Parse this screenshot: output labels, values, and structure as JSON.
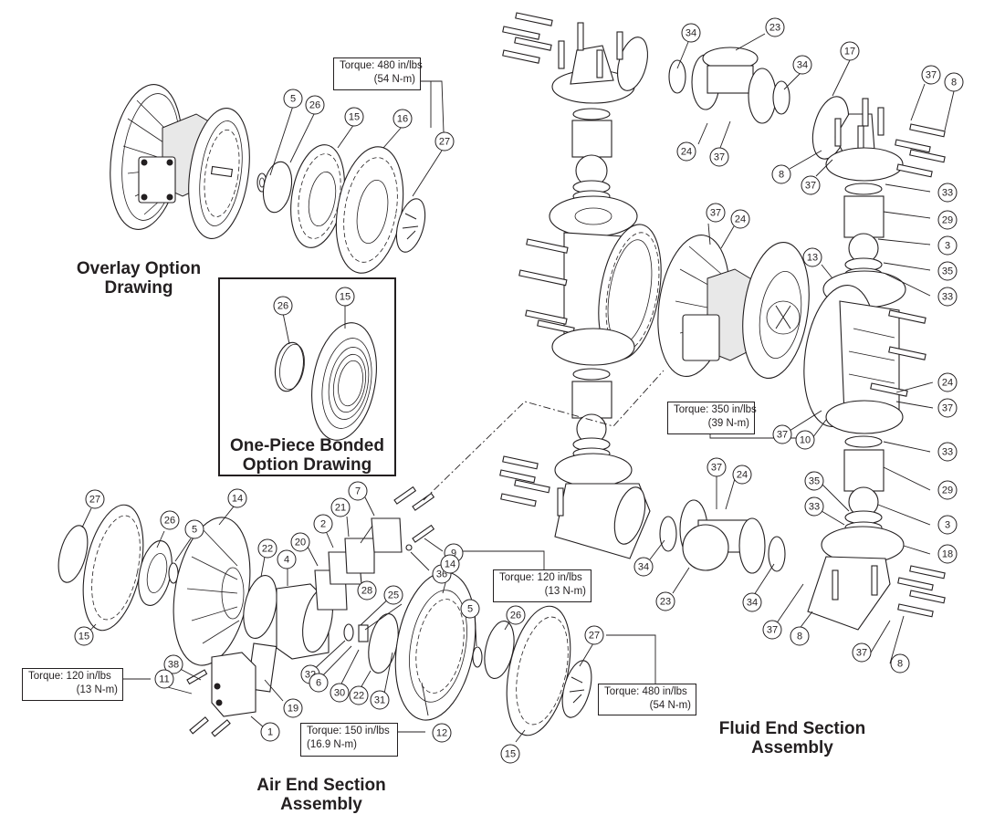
{
  "diagram": {
    "type": "exploded-parts-diagram",
    "subject": "Air-operated double diaphragm pump",
    "section_titles": {
      "overlay": [
        "Overlay Option",
        "Drawing"
      ],
      "bonded": [
        "One-Piece Bonded",
        "Option Drawing"
      ],
      "air_end": [
        "Air End Section",
        "Assembly"
      ],
      "fluid_end": [
        "Fluid End Section",
        "Assembly"
      ]
    },
    "torque_callouts": [
      {
        "id": "overlay-27",
        "line1": "Torque: 480 in/lbs",
        "line2": "(54 N-m)",
        "part": "27"
      },
      {
        "id": "fluid-10",
        "line1": "Torque: 350 in/lbs",
        "line2": "(39 N-m)",
        "part": "10"
      },
      {
        "id": "air-9",
        "line1": "Torque: 120 in/lbs",
        "line2": "(13 N-m)",
        "part": "9"
      },
      {
        "id": "air-11",
        "line1": "Torque: 120 in/lbs",
        "line2": "(13 N-m)",
        "part": "11"
      },
      {
        "id": "air-12",
        "line1": "Torque: 150 in/lbs",
        "line2": "(16.9 N-m)",
        "part": "12"
      },
      {
        "id": "fluid-27",
        "line1": "Torque: 480 in/lbs",
        "line2": "(54 N-m)",
        "part": "27"
      }
    ],
    "balloons": [
      {
        "n": "5",
        "group": "overlay"
      },
      {
        "n": "26",
        "group": "overlay"
      },
      {
        "n": "15",
        "group": "overlay"
      },
      {
        "n": "16",
        "group": "overlay"
      },
      {
        "n": "27",
        "group": "overlay"
      },
      {
        "n": "26",
        "group": "bonded"
      },
      {
        "n": "15",
        "group": "bonded"
      },
      {
        "n": "34",
        "group": "fluid"
      },
      {
        "n": "23",
        "group": "fluid"
      },
      {
        "n": "34",
        "group": "fluid"
      },
      {
        "n": "24",
        "group": "fluid"
      },
      {
        "n": "37",
        "group": "fluid"
      },
      {
        "n": "17",
        "group": "fluid"
      },
      {
        "n": "37",
        "group": "fluid"
      },
      {
        "n": "8",
        "group": "fluid"
      },
      {
        "n": "8",
        "group": "fluid"
      },
      {
        "n": "37",
        "group": "fluid"
      },
      {
        "n": "33",
        "group": "fluid"
      },
      {
        "n": "29",
        "group": "fluid"
      },
      {
        "n": "3",
        "group": "fluid"
      },
      {
        "n": "35",
        "group": "fluid"
      },
      {
        "n": "33",
        "group": "fluid"
      },
      {
        "n": "13",
        "group": "fluid"
      },
      {
        "n": "37",
        "group": "fluid"
      },
      {
        "n": "24",
        "group": "fluid"
      },
      {
        "n": "24",
        "group": "fluid"
      },
      {
        "n": "37",
        "group": "fluid"
      },
      {
        "n": "37",
        "group": "fluid"
      },
      {
        "n": "10",
        "group": "fluid"
      },
      {
        "n": "33",
        "group": "fluid"
      },
      {
        "n": "29",
        "group": "fluid"
      },
      {
        "n": "35",
        "group": "fluid"
      },
      {
        "n": "33",
        "group": "fluid"
      },
      {
        "n": "3",
        "group": "fluid"
      },
      {
        "n": "18",
        "group": "fluid"
      },
      {
        "n": "37",
        "group": "fluid"
      },
      {
        "n": "24",
        "group": "fluid"
      },
      {
        "n": "34",
        "group": "fluid"
      },
      {
        "n": "23",
        "group": "fluid"
      },
      {
        "n": "34",
        "group": "fluid"
      },
      {
        "n": "37",
        "group": "fluid"
      },
      {
        "n": "8",
        "group": "fluid"
      },
      {
        "n": "37",
        "group": "fluid"
      },
      {
        "n": "8",
        "group": "fluid"
      },
      {
        "n": "27",
        "group": "air"
      },
      {
        "n": "15",
        "group": "air"
      },
      {
        "n": "26",
        "group": "air"
      },
      {
        "n": "5",
        "group": "air"
      },
      {
        "n": "14",
        "group": "air"
      },
      {
        "n": "22",
        "group": "air"
      },
      {
        "n": "4",
        "group": "air"
      },
      {
        "n": "20",
        "group": "air"
      },
      {
        "n": "2",
        "group": "air"
      },
      {
        "n": "21",
        "group": "air"
      },
      {
        "n": "7",
        "group": "air"
      },
      {
        "n": "9",
        "group": "air"
      },
      {
        "n": "36",
        "group": "air"
      },
      {
        "n": "28",
        "group": "air"
      },
      {
        "n": "25",
        "group": "air"
      },
      {
        "n": "32",
        "group": "air"
      },
      {
        "n": "6",
        "group": "air"
      },
      {
        "n": "30",
        "group": "air"
      },
      {
        "n": "22",
        "group": "air"
      },
      {
        "n": "31",
        "group": "air"
      },
      {
        "n": "12",
        "group": "air"
      },
      {
        "n": "14",
        "group": "air"
      },
      {
        "n": "38",
        "group": "air"
      },
      {
        "n": "11",
        "group": "air"
      },
      {
        "n": "19",
        "group": "air"
      },
      {
        "n": "1",
        "group": "air"
      },
      {
        "n": "5",
        "group": "fluid-diaphragm"
      },
      {
        "n": "26",
        "group": "fluid-diaphragm"
      },
      {
        "n": "27",
        "group": "fluid-diaphragm"
      },
      {
        "n": "15",
        "group": "fluid-diaphragm"
      }
    ]
  }
}
